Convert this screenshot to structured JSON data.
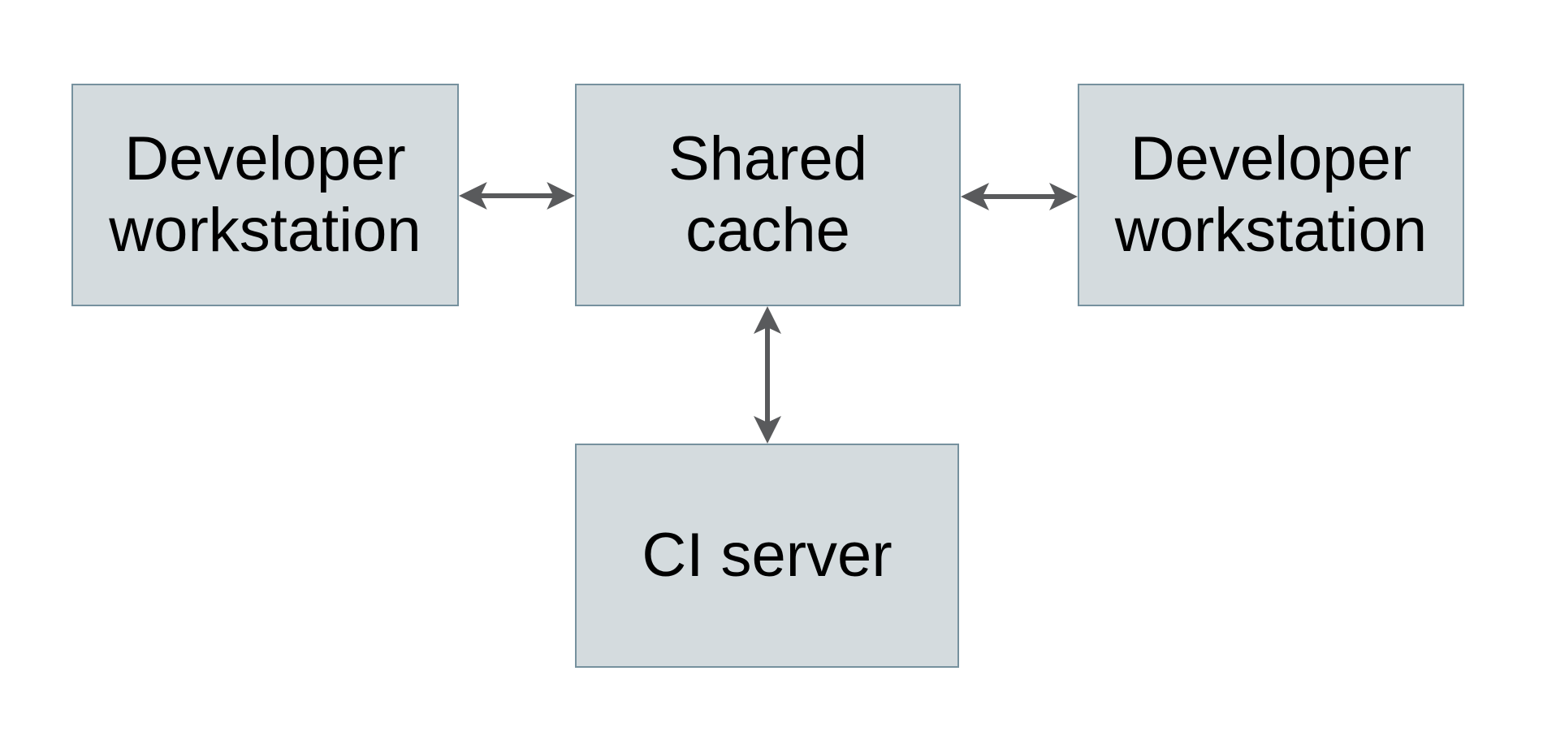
{
  "colors": {
    "background": "#ffffff",
    "node_fill": "#d4dbde",
    "node_border": "#76919e",
    "arrow": "#595a5c",
    "text": "#000000"
  },
  "diagram": {
    "type": "architecture-diagram",
    "nodes": {
      "dev_left": {
        "id": "dev_left",
        "label": "Developer\nworkstation"
      },
      "cache": {
        "id": "cache",
        "label": "Shared\ncache"
      },
      "dev_right": {
        "id": "dev_right",
        "label": "Developer\nworkstation"
      },
      "ci": {
        "id": "ci",
        "label": "CI server"
      }
    },
    "connections": [
      {
        "from": "dev_left",
        "to": "cache",
        "type": "bidirectional"
      },
      {
        "from": "cache",
        "to": "dev_right",
        "type": "bidirectional"
      },
      {
        "from": "cache",
        "to": "ci",
        "type": "bidirectional"
      }
    ]
  }
}
